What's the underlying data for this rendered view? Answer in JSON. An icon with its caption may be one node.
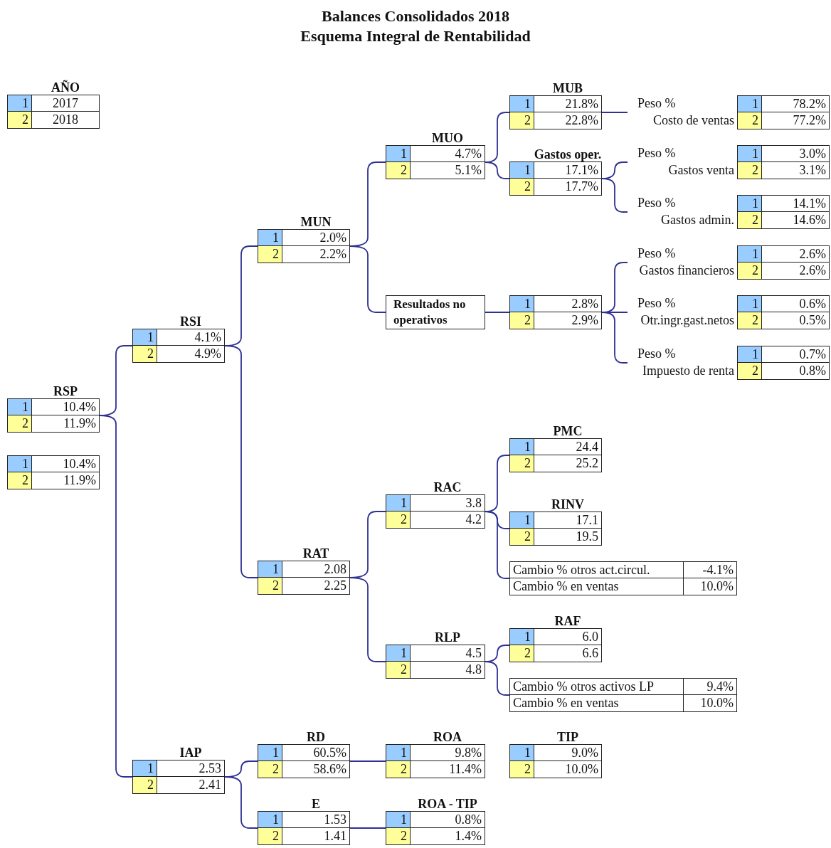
{
  "diagram": {
    "title": "Balances Consolidados 2018",
    "nodes": [
      {
        "text": [
          "AÑO",
          "1",
          "2017",
          "2",
          "2018"
        ]
      },
      {
        "text": [
          "RSP",
          "1",
          "10.4%",
          "2",
          "11.9%"
        ]
      },
      {
        "text": [
          "1",
          "10.4%",
          "2",
          "11.9%"
        ]
      },
      {
        "text": [
          "RSI",
          "1",
          "4.1%",
          "2",
          "4.9%"
        ]
      },
      {
        "text": [
          "IAP",
          "1",
          "2.53",
          "2",
          "2.41"
        ]
      },
      {
        "text": [
          "MUN",
          "1",
          "2.0%",
          "2",
          "2.2%"
        ]
      },
      {
        "text": [
          "RAT",
          "1",
          "2.08",
          "2",
          "2.25"
        ]
      },
      {
        "text": [
          "RD",
          "1",
          "60.5%",
          "2",
          "58.6%"
        ]
      },
      {
        "text": [
          "E",
          "1",
          "1.53",
          "2",
          "1.41"
        ]
      },
      {
        "text": [
          "MUO",
          "1",
          "4.7%",
          "2",
          "5.1%"
        ]
      },
      {
        "text": [
          "Resultados no operativos"
        ]
      },
      {
        "text": [
          "RAC",
          "1",
          "3.8",
          "2",
          "4.2"
        ]
      },
      {
        "text": [
          "RLP",
          "1",
          "4.5",
          "2",
          "4.8"
        ]
      },
      {
        "text": [
          "ROA",
          "1",
          "9.8%",
          "2",
          "11.4%"
        ]
      },
      {
        "text": [
          "ROA - TIP",
          "1",
          "0.8%",
          "2",
          "1.4%"
        ]
      },
      {
        "text": [
          "TIP",
          "1",
          "9.0%",
          "2",
          "10.0%"
        ]
      },
      {
        "text": [
          "MUB",
          "1",
          "21.8%",
          "2",
          "22.8%"
        ]
      },
      {
        "text": [
          "Gastos oper.",
          "1",
          "17.1%",
          "2",
          "17.7%"
        ]
      },
      {
        "text": [
          "1",
          "2.8%",
          "2",
          "2.9%"
        ]
      },
      {
        "text": [
          "PMC",
          "1",
          "24.4",
          "2",
          "25.2"
        ]
      },
      {
        "text": [
          "RINV",
          "1",
          "17.1",
          "2",
          "19.5"
        ]
      },
      {
        "text": [
          "Cambio % otros act.circul.",
          "-4.1%",
          "Cambio % en ventas",
          "10.0%"
        ]
      },
      {
        "text": [
          "RAF",
          "1",
          "6.0",
          "2",
          "6.6"
        ]
      },
      {
        "text": [
          "Cambio % otros activos LP",
          "9.4%",
          "Cambio % en ventas",
          "10.0%"
        ]
      },
      {
        "text": [
          "Peso %",
          "Costo de ventas",
          "1",
          "78.2%",
          "2",
          "77.2%"
        ]
      },
      {
        "text": [
          "Peso %",
          "Gastos venta",
          "1",
          "3.0%",
          "2",
          "3.1%"
        ]
      },
      {
        "text": [
          "Peso %",
          "Gastos admin.",
          "1",
          "14.1%",
          "2",
          "14.6%"
        ]
      },
      {
        "text": [
          "Peso %",
          "Gastos financieros",
          "1",
          "2.6%",
          "2",
          "2.6%"
        ]
      },
      {
        "text": [
          "Peso %",
          "Otr.ingr.gast.netos",
          "1",
          "0.6%",
          "2",
          "0.5%"
        ]
      },
      {
        "text": [
          "Peso %",
          "Impuesto de renta",
          "1",
          "0.7%",
          "2",
          "0.8%"
        ]
      }
    ],
    "edges": [
      {
        "from": 1,
        "to": 3,
        "arrow": "none"
      },
      {
        "from": 1,
        "to": 4,
        "arrow": "none"
      },
      {
        "from": 3,
        "to": 5,
        "arrow": "none"
      },
      {
        "from": 3,
        "to": 6,
        "arrow": "none"
      },
      {
        "from": 4,
        "to": 7,
        "arrow": "none"
      },
      {
        "from": 4,
        "to": 8,
        "arrow": "none"
      },
      {
        "from": 5,
        "to": 9,
        "arrow": "none"
      },
      {
        "from": 5,
        "to": 10,
        "arrow": "none"
      },
      {
        "from": 6,
        "to": 11,
        "arrow": "none"
      },
      {
        "from": 6,
        "to": 12,
        "arrow": "none"
      },
      {
        "from": 7,
        "to": 13,
        "arrow": "none"
      },
      {
        "from": 8,
        "to": 14,
        "arrow": "none"
      },
      {
        "from": 9,
        "to": 16,
        "arrow": "none"
      },
      {
        "from": 9,
        "to": 17,
        "arrow": "none"
      },
      {
        "from": 10,
        "to": 18,
        "arrow": "none"
      },
      {
        "from": 11,
        "to": 19,
        "arrow": "none"
      },
      {
        "from": 11,
        "to": 20,
        "arrow": "none"
      },
      {
        "from": 11,
        "to": 21,
        "arrow": "none"
      },
      {
        "from": 12,
        "to": 22,
        "arrow": "none"
      },
      {
        "from": 12,
        "to": 23,
        "arrow": "none"
      },
      {
        "from": 16,
        "to": 24,
        "arrow": "none"
      },
      {
        "from": 17,
        "to": 25,
        "arrow": "none"
      },
      {
        "from": 17,
        "to": 26,
        "arrow": "none"
      },
      {
        "from": 18,
        "to": 27,
        "arrow": "none"
      },
      {
        "from": 18,
        "to": 28,
        "arrow": "none"
      },
      {
        "from": 18,
        "to": 29,
        "arrow": "none"
      }
    ],
    "labels": [
      "Esquema Integral de Rentabilidad"
    ]
  }
}
